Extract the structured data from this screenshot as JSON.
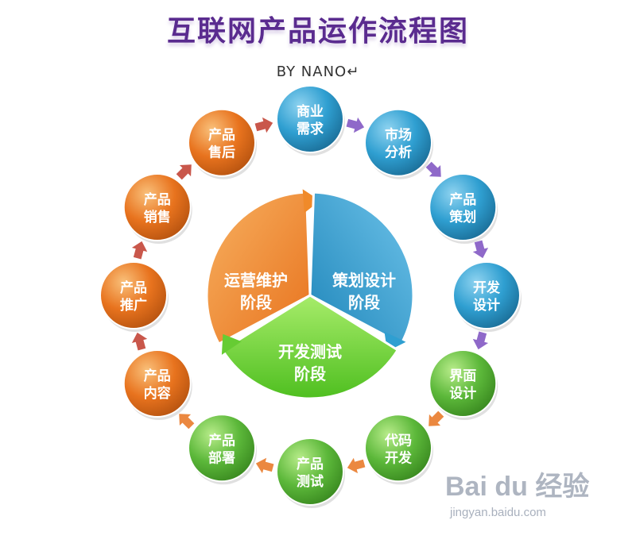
{
  "title": "互联网产品运作流程图",
  "byline": "BY NANO↵",
  "colors": {
    "orange": "#e8731e",
    "blue": "#2c8fbf",
    "green": "#5cb83a",
    "purple_title": "#5a2b8f"
  },
  "phases": [
    {
      "id": "ops",
      "line1": "运营维护",
      "line2": "阶段",
      "color": "#f08a2a"
    },
    {
      "id": "plan",
      "line1": "策划设计",
      "line2": "阶段",
      "color": "#2f9fd1"
    },
    {
      "id": "dev",
      "line1": "开发测试",
      "line2": "阶段",
      "color": "#66cc33"
    }
  ],
  "nodes": [
    {
      "line1": "商业",
      "line2": "需求",
      "color": "blue"
    },
    {
      "line1": "市场",
      "line2": "分析",
      "color": "blue"
    },
    {
      "line1": "产品",
      "line2": "策划",
      "color": "blue"
    },
    {
      "line1": "开发",
      "line2": "设计",
      "color": "blue"
    },
    {
      "line1": "界面",
      "line2": "设计",
      "color": "green"
    },
    {
      "line1": "代码",
      "line2": "开发",
      "color": "green"
    },
    {
      "line1": "产品",
      "line2": "测试",
      "color": "green"
    },
    {
      "line1": "产品",
      "line2": "部署",
      "color": "green"
    },
    {
      "line1": "产品",
      "line2": "内容",
      "color": "orange"
    },
    {
      "line1": "产品",
      "line2": "推广",
      "color": "orange"
    },
    {
      "line1": "产品",
      "line2": "销售",
      "color": "orange"
    },
    {
      "line1": "产品",
      "line2": "售后",
      "color": "orange"
    }
  ],
  "watermark": {
    "main": "Bai du 经验",
    "sub": "jingyan.baidu.com"
  }
}
